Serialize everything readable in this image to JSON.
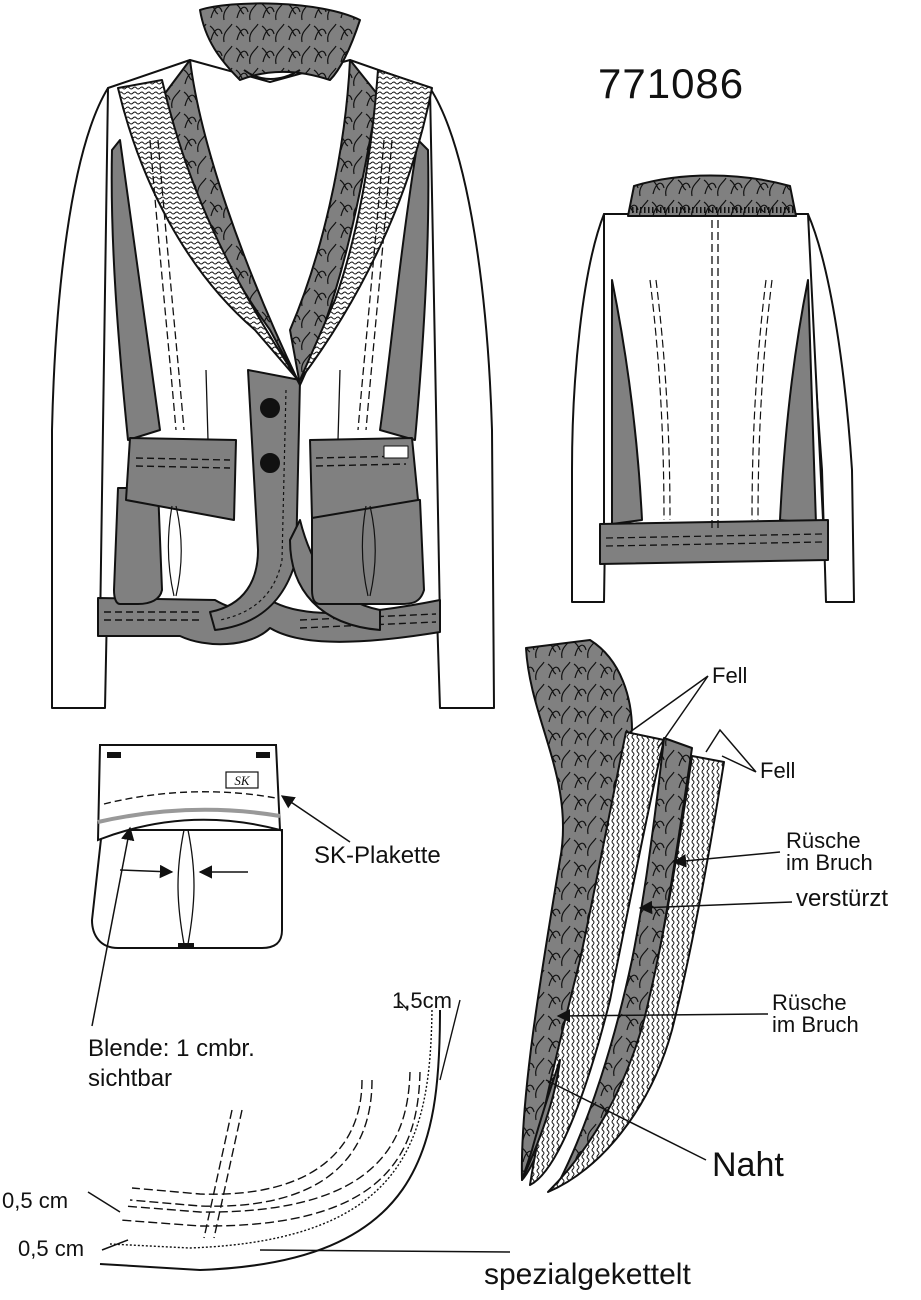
{
  "sheet": {
    "model_number": "771086",
    "colors": {
      "fill_gray": "#808080",
      "line": "#111111",
      "paper": "#ffffff"
    },
    "plaque_text": "SK"
  },
  "labels": {
    "fell_1": "Fell",
    "fell_2": "Fell",
    "ruesche_1": "Rüsche\nim Bruch",
    "verstuerzt": "verstürzt",
    "ruesche_2": "Rüsche\nim Bruch",
    "naht": "Naht",
    "sk_plakette": "SK-Plakette",
    "blende": "Blende: 1 cmbr.\nsichtbar",
    "measure_15": "1,5cm",
    "measure_05_a": "0,5 cm",
    "measure_05_b": "0,5 cm",
    "spezialgekettelt": "spezialgekettelt"
  }
}
